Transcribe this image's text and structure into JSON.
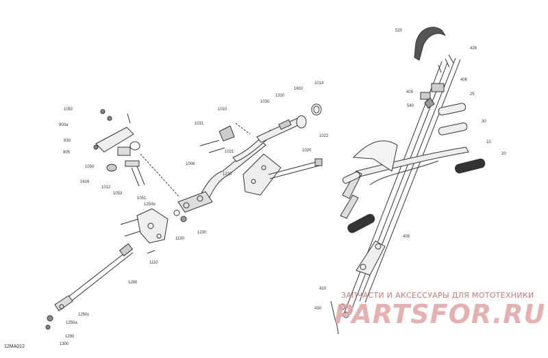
{
  "diagram": {
    "drawing_code": "12MA012",
    "part_labels": [
      "520",
      "426",
      "406",
      "405",
      "540",
      "25",
      "30",
      "10",
      "20",
      "409",
      "410",
      "430",
      "1052",
      "900a",
      "930",
      "905",
      "1050",
      "1616",
      "1012",
      "1053",
      "1051",
      "1010",
      "1031",
      "1021",
      "1030",
      "1310",
      "1602",
      "1014",
      "1022",
      "1020",
      "1008",
      "1220",
      "1250b",
      "1230",
      "1190",
      "1110",
      "1280",
      "1250c",
      "1250a",
      "1290",
      "1300"
    ]
  },
  "watermark": {
    "text": "ЗАПЧАСТИ И АКСЕССУАРЫ ДЛЯ МОТОТЕХНИКИ",
    "brand": "PARTSFOR.RU",
    "color": "#e2a3a3"
  }
}
